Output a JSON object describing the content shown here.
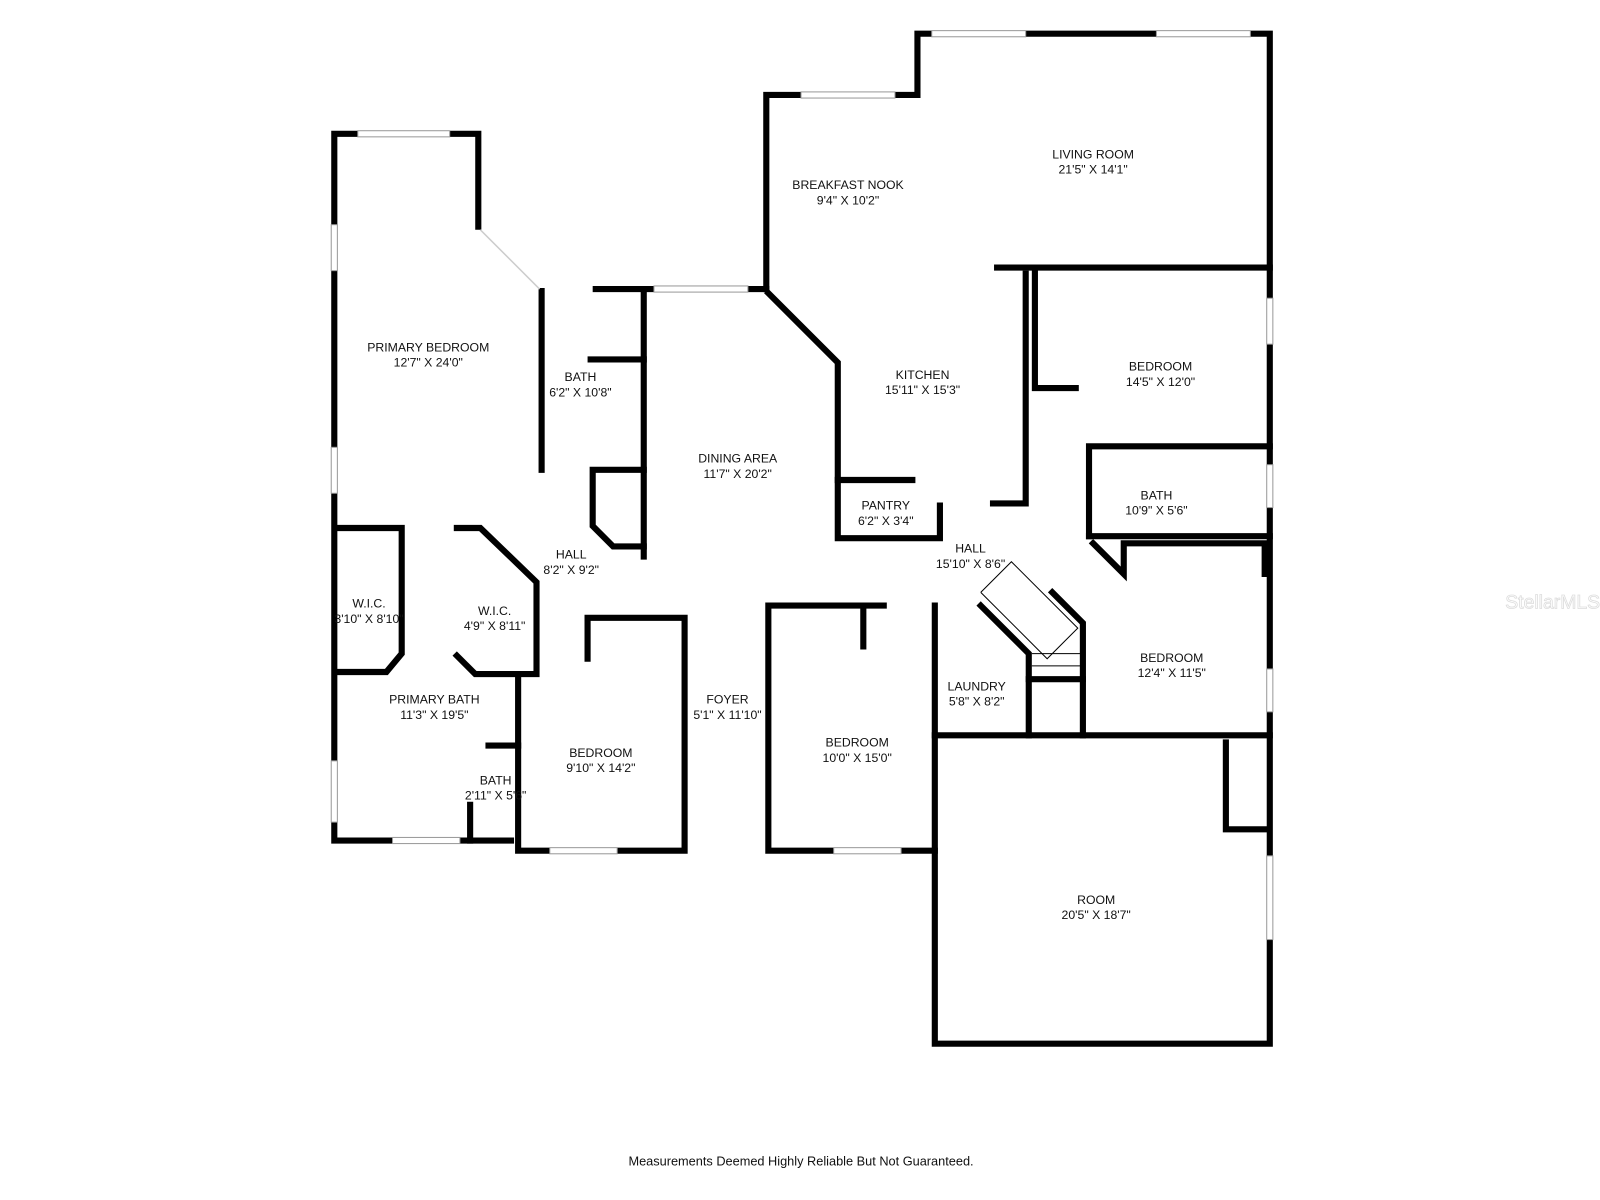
{
  "rooms": [
    {
      "name": "LIVING ROOM",
      "size": "21'5\" X 14'1\""
    },
    {
      "name": "BREAKFAST NOOK",
      "size": "9'4\" X 10'2\""
    },
    {
      "name": "PRIMARY BEDROOM",
      "size": "12'7\" X 24'0\""
    },
    {
      "name": "BATH",
      "size": "6'2\" X 10'8\""
    },
    {
      "name": "KITCHEN",
      "size": "15'11\" X 15'3\""
    },
    {
      "name": "BEDROOM",
      "size": "14'5\" X 12'0\""
    },
    {
      "name": "DINING AREA",
      "size": "11'7\" X 20'2\""
    },
    {
      "name": "BATH",
      "size": "10'9\" X 5'6\""
    },
    {
      "name": "PANTRY",
      "size": "6'2\" X 3'4\""
    },
    {
      "name": "HALL",
      "size": "8'2\" X 9'2\""
    },
    {
      "name": "HALL",
      "size": "15'10\" X 8'6\""
    },
    {
      "name": "W.I.C.",
      "size": "3'10\" X 8'10\""
    },
    {
      "name": "W.I.C.",
      "size": "4'9\" X 8'11\""
    },
    {
      "name": "BEDROOM",
      "size": "12'4\" X 11'5\""
    },
    {
      "name": "LAUNDRY",
      "size": "5'8\" X 8'2\""
    },
    {
      "name": "PRIMARY BATH",
      "size": "11'3\" X 19'5\""
    },
    {
      "name": "FOYER",
      "size": "5'1\" X 11'10\""
    },
    {
      "name": "BEDROOM",
      "size": "9'10\" X 14'2\""
    },
    {
      "name": "BEDROOM",
      "size": "10'0\" X 15'0\""
    },
    {
      "name": "BATH",
      "size": "2'11\" X 5'6\""
    },
    {
      "name": "ROOM",
      "size": "20'5\" X 18'7\""
    }
  ],
  "footer": "Measurements Deemed Highly Reliable But Not Guaranteed.",
  "watermark": "StellarMLS"
}
